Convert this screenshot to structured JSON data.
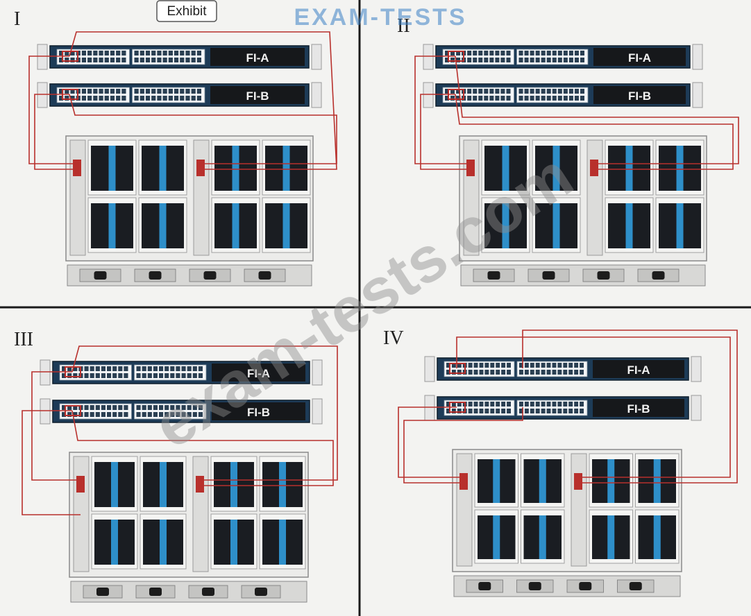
{
  "exhibit_label": "Exhibit",
  "watermark_top": "EXAM-TESTS",
  "watermark_diagonal": "exam-tests.com",
  "colors": {
    "background": "#f3f3f1",
    "divider": "#1a1a1a",
    "switch_body": "#1d3b57",
    "fi_label_bg": "#16181b",
    "cable": "#b8302c",
    "blade_blue": "#2e8fc9",
    "blade_dark": "#1a1d22",
    "watermark_blue": "#3b7fc4",
    "watermark_gray": "#9a9a9a"
  },
  "panels": [
    {
      "numeral": "I",
      "fi_a": "FI-A",
      "fi_b": "FI-B"
    },
    {
      "numeral": "II",
      "fi_a": "FI-A",
      "fi_b": "FI-B"
    },
    {
      "numeral": "III",
      "fi_a": "FI-A",
      "fi_b": "FI-B"
    },
    {
      "numeral": "IV",
      "fi_a": "FI-A",
      "fi_b": "FI-B"
    }
  ]
}
